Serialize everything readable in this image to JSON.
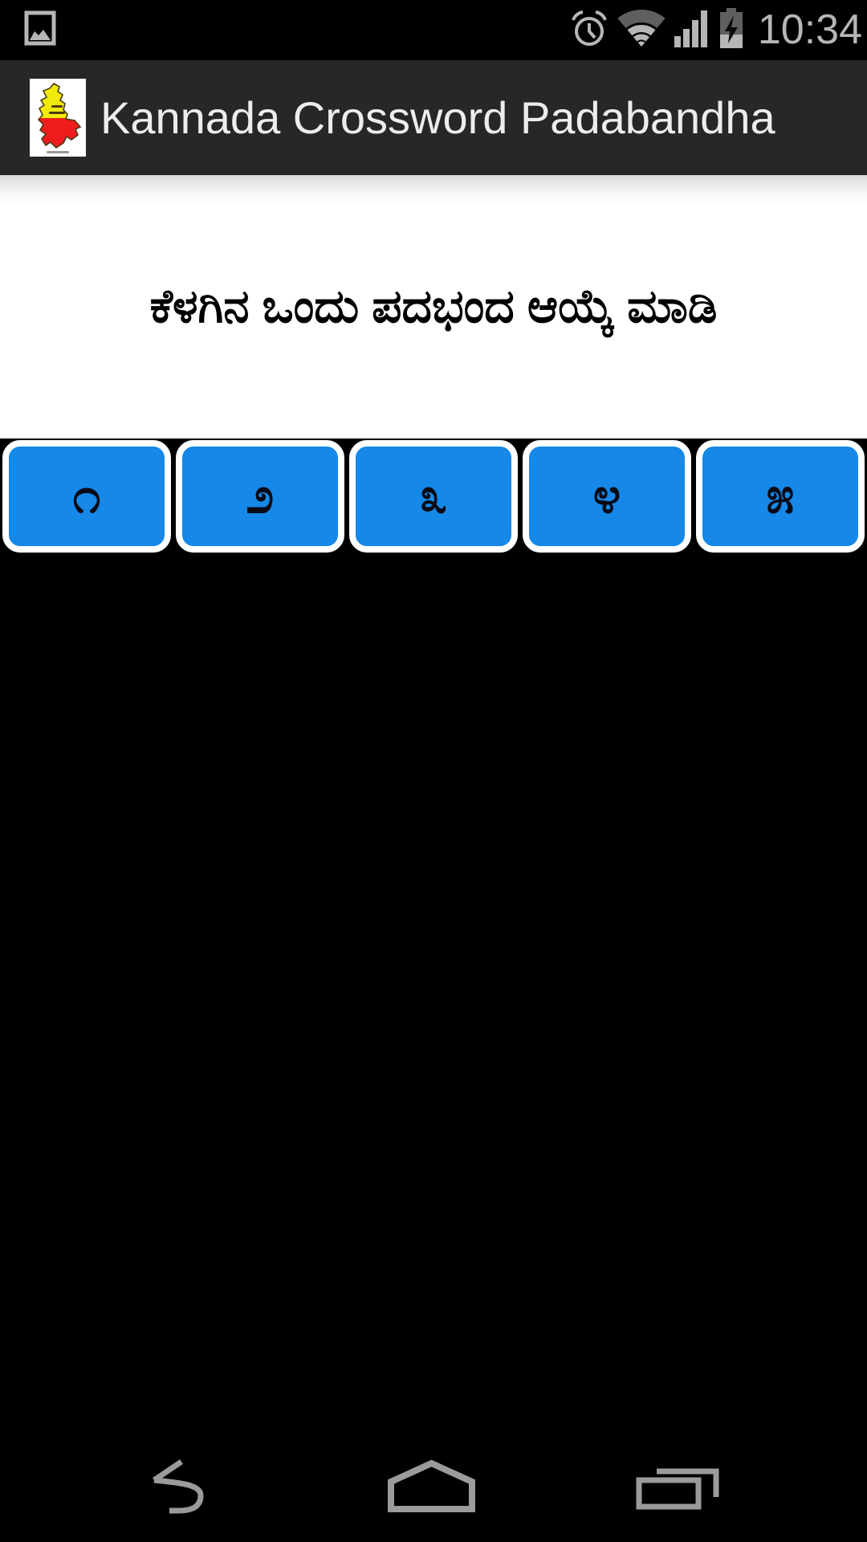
{
  "status_bar": {
    "time": "10:34",
    "left_icon": "screenshot-notification-icon",
    "right_icons": [
      "alarm-clock-icon",
      "wifi-icon",
      "signal-strength-icon",
      "battery-charging-icon"
    ]
  },
  "action_bar": {
    "title": "Kannada Crossword Padabandha",
    "app_icon": "karnataka-map-icon"
  },
  "content": {
    "heading": "ಕೆಳಗಿನ ಒಂದು ಪದಭಂದ ಆಯ್ಕೆ ಮಾಡಿ"
  },
  "puzzle_buttons": [
    {
      "label": "೧",
      "value": 1
    },
    {
      "label": "೨",
      "value": 2
    },
    {
      "label": "೩",
      "value": 3
    },
    {
      "label": "೪",
      "value": 4
    },
    {
      "label": "೫",
      "value": 5
    }
  ],
  "nav_bar": {
    "buttons": [
      "back",
      "home",
      "recents"
    ]
  },
  "colors": {
    "background": "#000000",
    "action_bar_bg": "#272727",
    "title_color": "#ededed",
    "panel_bg": "#ffffff",
    "heading_color": "#000000",
    "button_blue": "#1588e8",
    "button_border": "#ffffff",
    "status_icon_gray": "#b6b6b6",
    "nav_icon_gray": "#9b9b9b",
    "karnataka_yellow": "#f2e90c",
    "karnataka_red": "#ee1c1c"
  }
}
